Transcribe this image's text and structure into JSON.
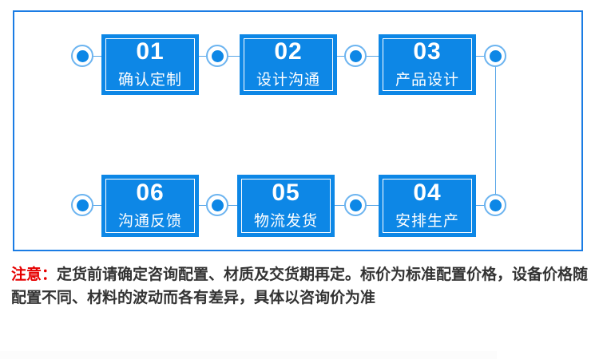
{
  "flow": {
    "row1": [
      {
        "number": "01",
        "label": "确认定制"
      },
      {
        "number": "02",
        "label": "设计沟通"
      },
      {
        "number": "03",
        "label": "产品设计"
      }
    ],
    "row2": [
      {
        "number": "06",
        "label": "沟通反馈"
      },
      {
        "number": "05",
        "label": "物流发货"
      },
      {
        "number": "04",
        "label": "安排生产"
      }
    ]
  },
  "note": {
    "prefix": "注意：",
    "body": "定货前请确定咨询配置、材质及交货期再定。标价为标准配置价格，设备价格随配置不同、材料的波动而各有差异，具体以咨询价为准"
  },
  "colors": {
    "box_blue": "#0d87e6",
    "panel_border": "#1a7ce4",
    "connector_line": "#58a6e8",
    "node_ring": "#6cb4f0",
    "notice_prefix_red": "#e60000",
    "notice_text": "#333333"
  }
}
